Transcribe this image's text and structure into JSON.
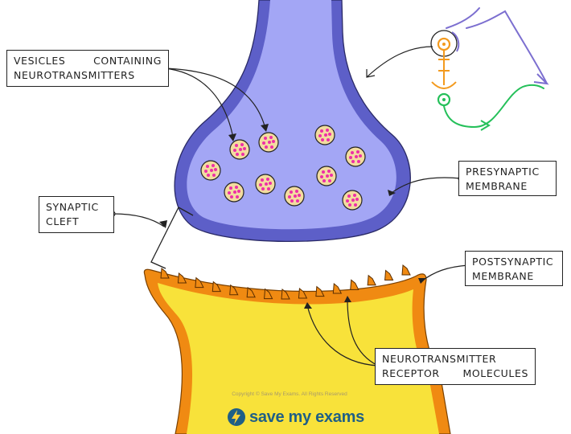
{
  "labels": {
    "vesicles": [
      "VESICLES",
      "CONTAINING",
      "NEUROTRANSMITTERS"
    ],
    "presynaptic": [
      "PRESYNAPTIC",
      "MEMBRANE"
    ],
    "cleft": [
      "SYNAPTIC",
      "CLEFT"
    ],
    "postsynaptic": [
      "POSTSYNAPTIC",
      "MEMBRANE"
    ],
    "receptor": [
      "NEUROTRANSMITTER",
      "RECEPTOR",
      "MOLECULES"
    ]
  },
  "footer": {
    "copyright": "Copyright © Save My Exams. All Rights Reserved",
    "logo_text": "save my exams"
  },
  "colors": {
    "presynaptic_fill": "#a3a6f5",
    "presynaptic_membrane": "#5d5fc8",
    "postsynaptic_fill": "#f8e23a",
    "postsynaptic_membrane": "#f08a12",
    "vesicle_fill": "#f3dca0",
    "neurotransmitter": "#ee2fa6",
    "neuron_purple": "#7c6fd0",
    "neuron_orange": "#f39a1e",
    "neuron_green": "#25c05a",
    "logo_blue": "#1f5f86"
  }
}
